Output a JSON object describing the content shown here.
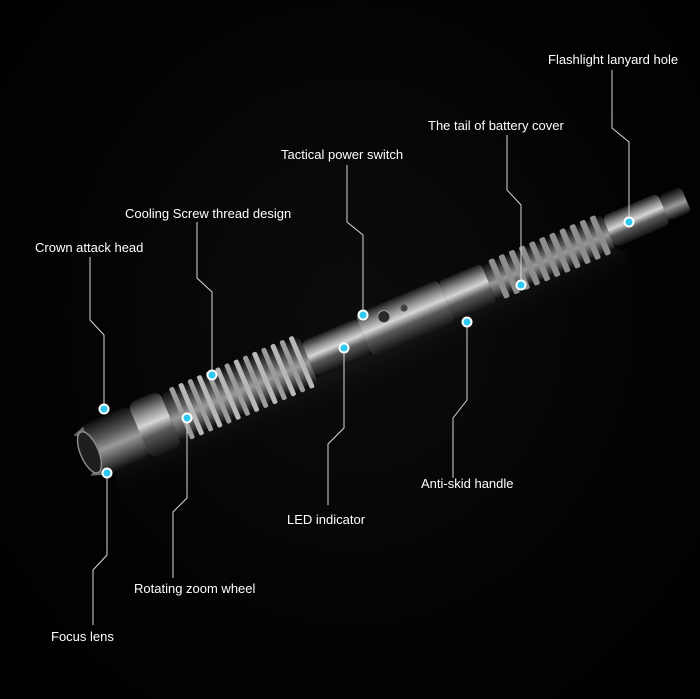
{
  "callouts": [
    {
      "id": "lanyard",
      "text": "Flashlight lanyard hole"
    },
    {
      "id": "tail",
      "text": "The tail of battery cover"
    },
    {
      "id": "switch",
      "text": "Tactical power switch"
    },
    {
      "id": "cooling",
      "text": "Cooling Screw thread design"
    },
    {
      "id": "crown",
      "text": "Crown attack head"
    },
    {
      "id": "antiskid",
      "text": "Anti-skid handle"
    },
    {
      "id": "led",
      "text": "LED indicator"
    },
    {
      "id": "zoom",
      "text": "Rotating zoom wheel"
    },
    {
      "id": "focus",
      "text": "Focus lens"
    }
  ],
  "colors": {
    "marker": "#2ec8f0",
    "leader_line": "#d8d8d8",
    "label_text": "#ffffff",
    "background": "#000000"
  }
}
